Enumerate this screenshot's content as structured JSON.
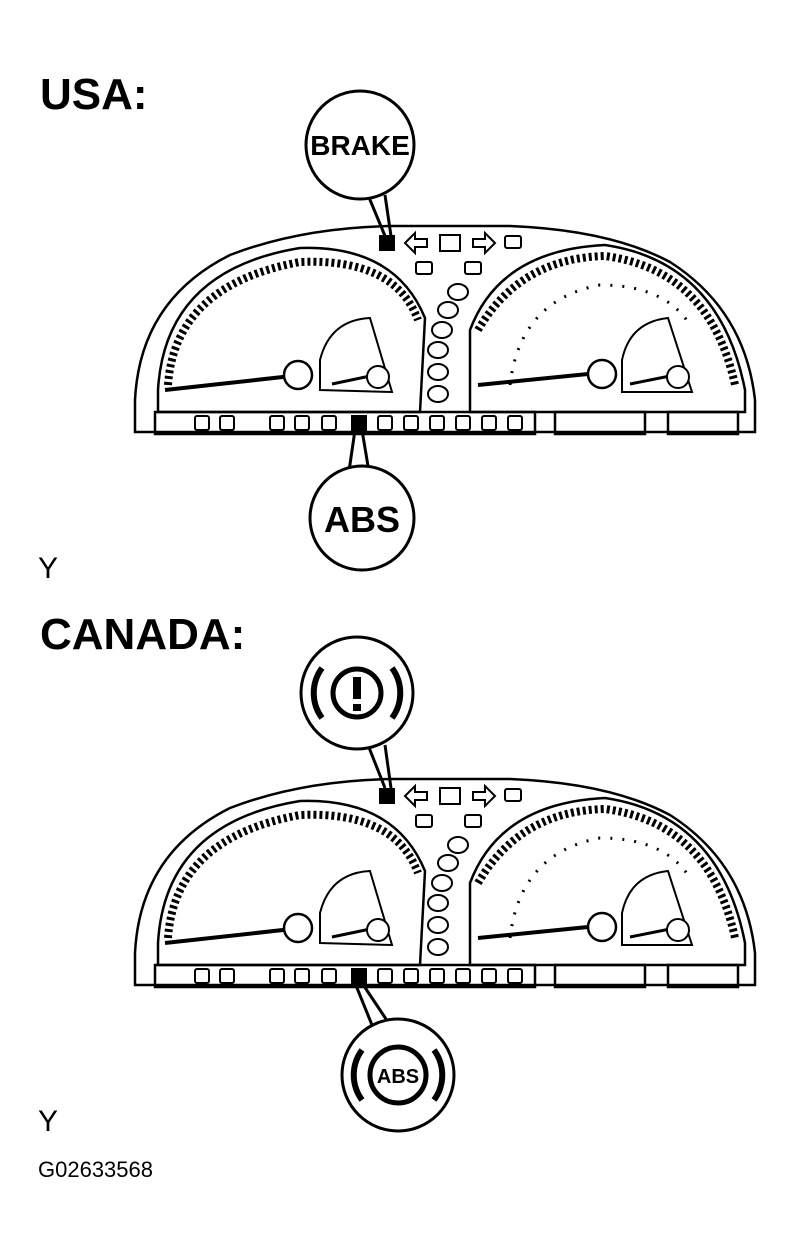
{
  "sections": [
    {
      "heading": "USA:",
      "brake_callout_text": "BRAKE",
      "abs_callout_text": "ABS",
      "brake_symbol": "brake-warning-exclamation-icon",
      "footer_mark": "Y"
    },
    {
      "heading": "CANADA:",
      "brake_callout_text": "",
      "abs_callout_text": "ABS",
      "brake_symbol": "brake-warning-exclamation-icon",
      "footer_mark": "Y"
    }
  ],
  "figure_id": "G02633568",
  "colors": {
    "ink": "#000000",
    "paper": "#ffffff"
  }
}
